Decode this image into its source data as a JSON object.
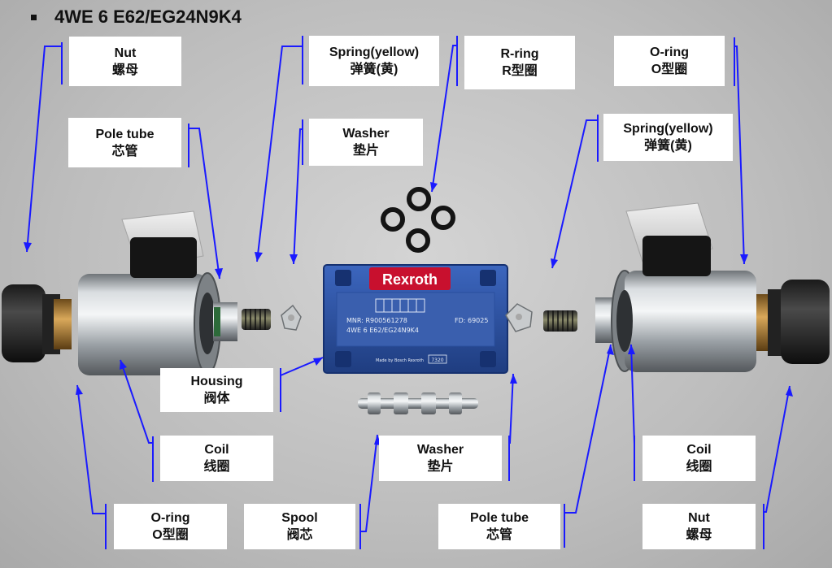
{
  "title": "4WE 6 E62/EG24N9K4",
  "brand": "Rexroth",
  "valve_plate": {
    "mnr": "MNR: R900561278",
    "model": "4WE 6 E62/EG24N9K4",
    "fd": "FD: 69025",
    "made_by": "Made by Bosch Rexroth",
    "code": "7320"
  },
  "colors": {
    "leader": "#1a1aff",
    "valve_body": "#2a4f9e",
    "brand_red": "#c8102e"
  },
  "labels": {
    "nut_left": {
      "en": "Nut",
      "zh": "螺母"
    },
    "pole_tube_left": {
      "en": "Pole tube",
      "zh": "芯管"
    },
    "spring_left": {
      "en": "Spring(yellow)",
      "zh": "弹簧(黄)"
    },
    "washer_left": {
      "en": "Washer",
      "zh": "垫片"
    },
    "r_ring": {
      "en": "R-ring",
      "zh": "R型圈"
    },
    "o_ring_right": {
      "en": "O-ring",
      "zh": "O型圈"
    },
    "spring_right": {
      "en": "Spring(yellow)",
      "zh": "弹簧(黄)"
    },
    "housing": {
      "en": "Housing",
      "zh": "阀体"
    },
    "coil_left": {
      "en": "Coil",
      "zh": "线圈"
    },
    "o_ring_left": {
      "en": "O-ring",
      "zh": "O型圈"
    },
    "spool": {
      "en": "Spool",
      "zh": "阀芯"
    },
    "washer_bottom": {
      "en": "Washer",
      "zh": "垫片"
    },
    "pole_tube_right": {
      "en": "Pole tube",
      "zh": "芯管"
    },
    "coil_right": {
      "en": "Coil",
      "zh": "线圈"
    },
    "nut_right": {
      "en": "Nut",
      "zh": "螺母"
    }
  }
}
